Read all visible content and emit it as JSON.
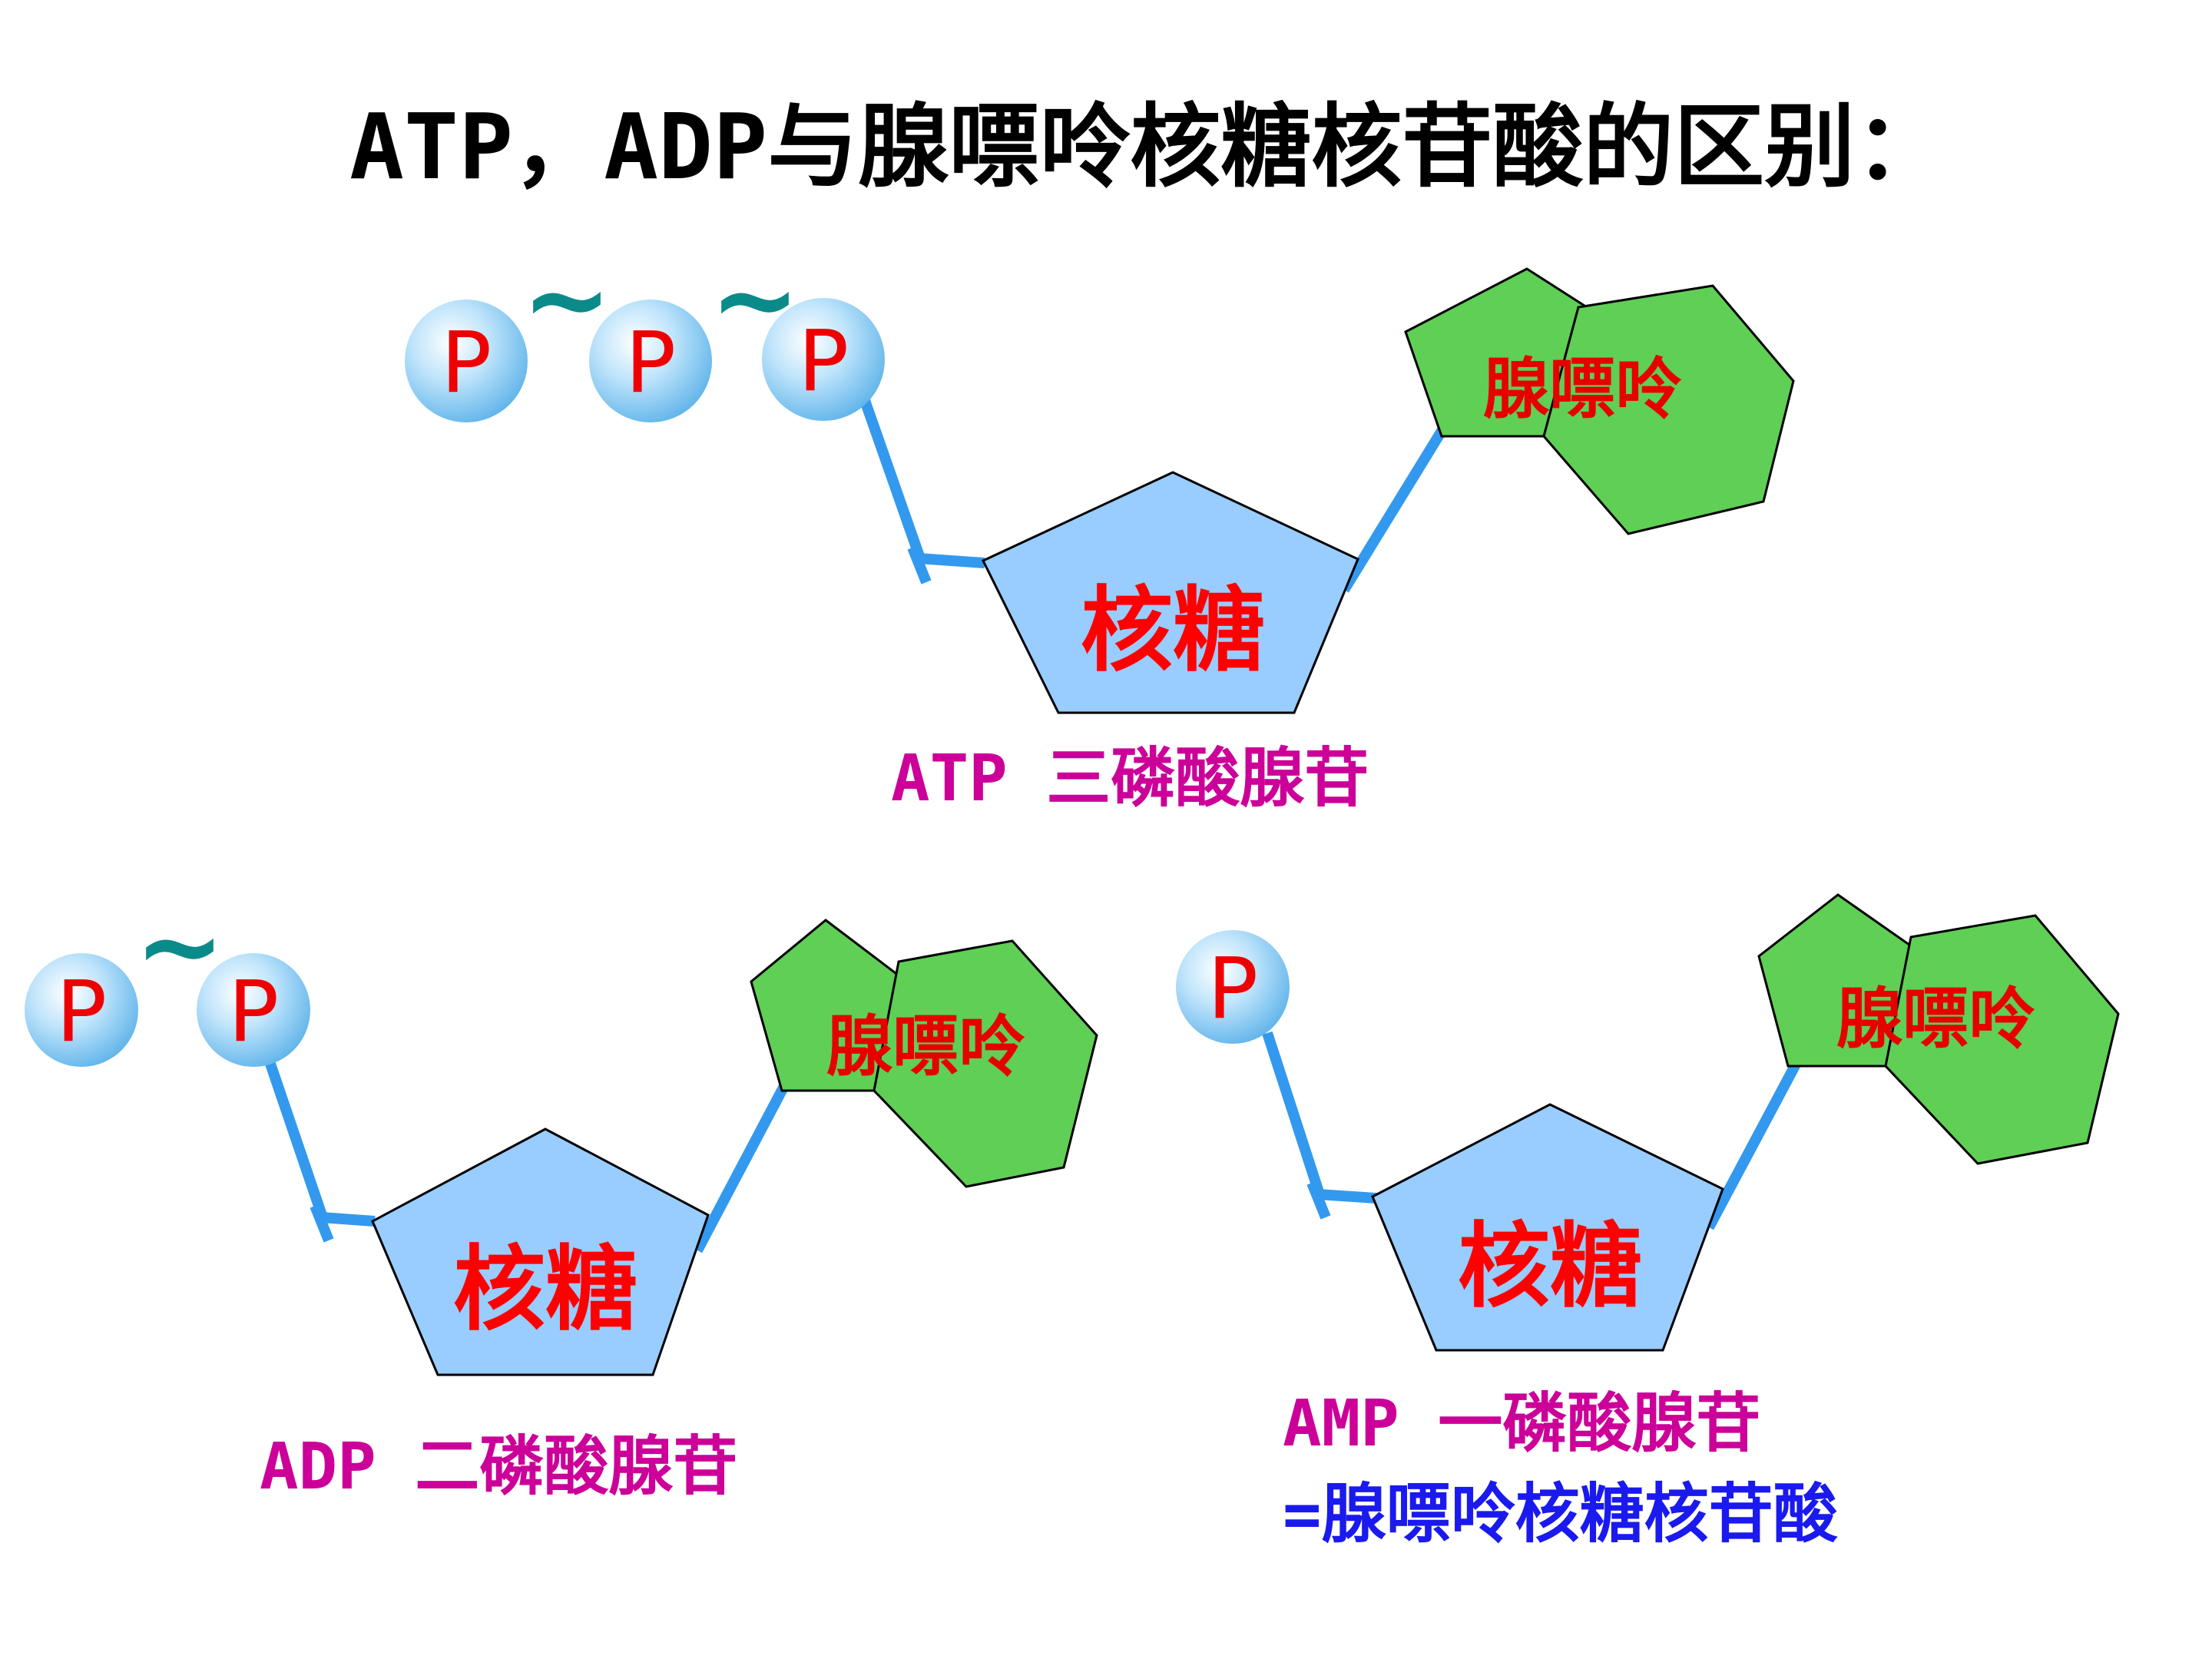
{
  "title": "ATP，ADP与腺嘌呤核糖核苷酸的区别：",
  "colors": {
    "title": "#000000",
    "phosphate_label": "#ee0000",
    "sugar_fill": "#99ccff",
    "sugar_label": "#ff0000",
    "base_fill": "#5fcf55",
    "base_label": "#e60000",
    "bond": "#3399ee",
    "tilde": "#0b8a8a",
    "caption": "#cc0099",
    "equation": "#1a1aee"
  },
  "icons": {
    "phosphate": "phosphate-sphere-icon",
    "sugar": "ribose-pentagon-icon",
    "base": "adenine-double-ring-icon"
  },
  "labels": {
    "phosphate": "P",
    "high_energy_bond": "~",
    "sugar": "核糖",
    "base": "腺嘌呤"
  },
  "molecules": {
    "atp": {
      "caption": "ATP 三磷酸腺苷",
      "phosphate_count": 3
    },
    "adp": {
      "caption": "ADP 二磷酸腺苷",
      "phosphate_count": 2
    },
    "amp": {
      "caption": "AMP 一磷酸腺苷",
      "phosphate_count": 1,
      "equation": "=腺嘌呤核糖核苷酸"
    }
  }
}
